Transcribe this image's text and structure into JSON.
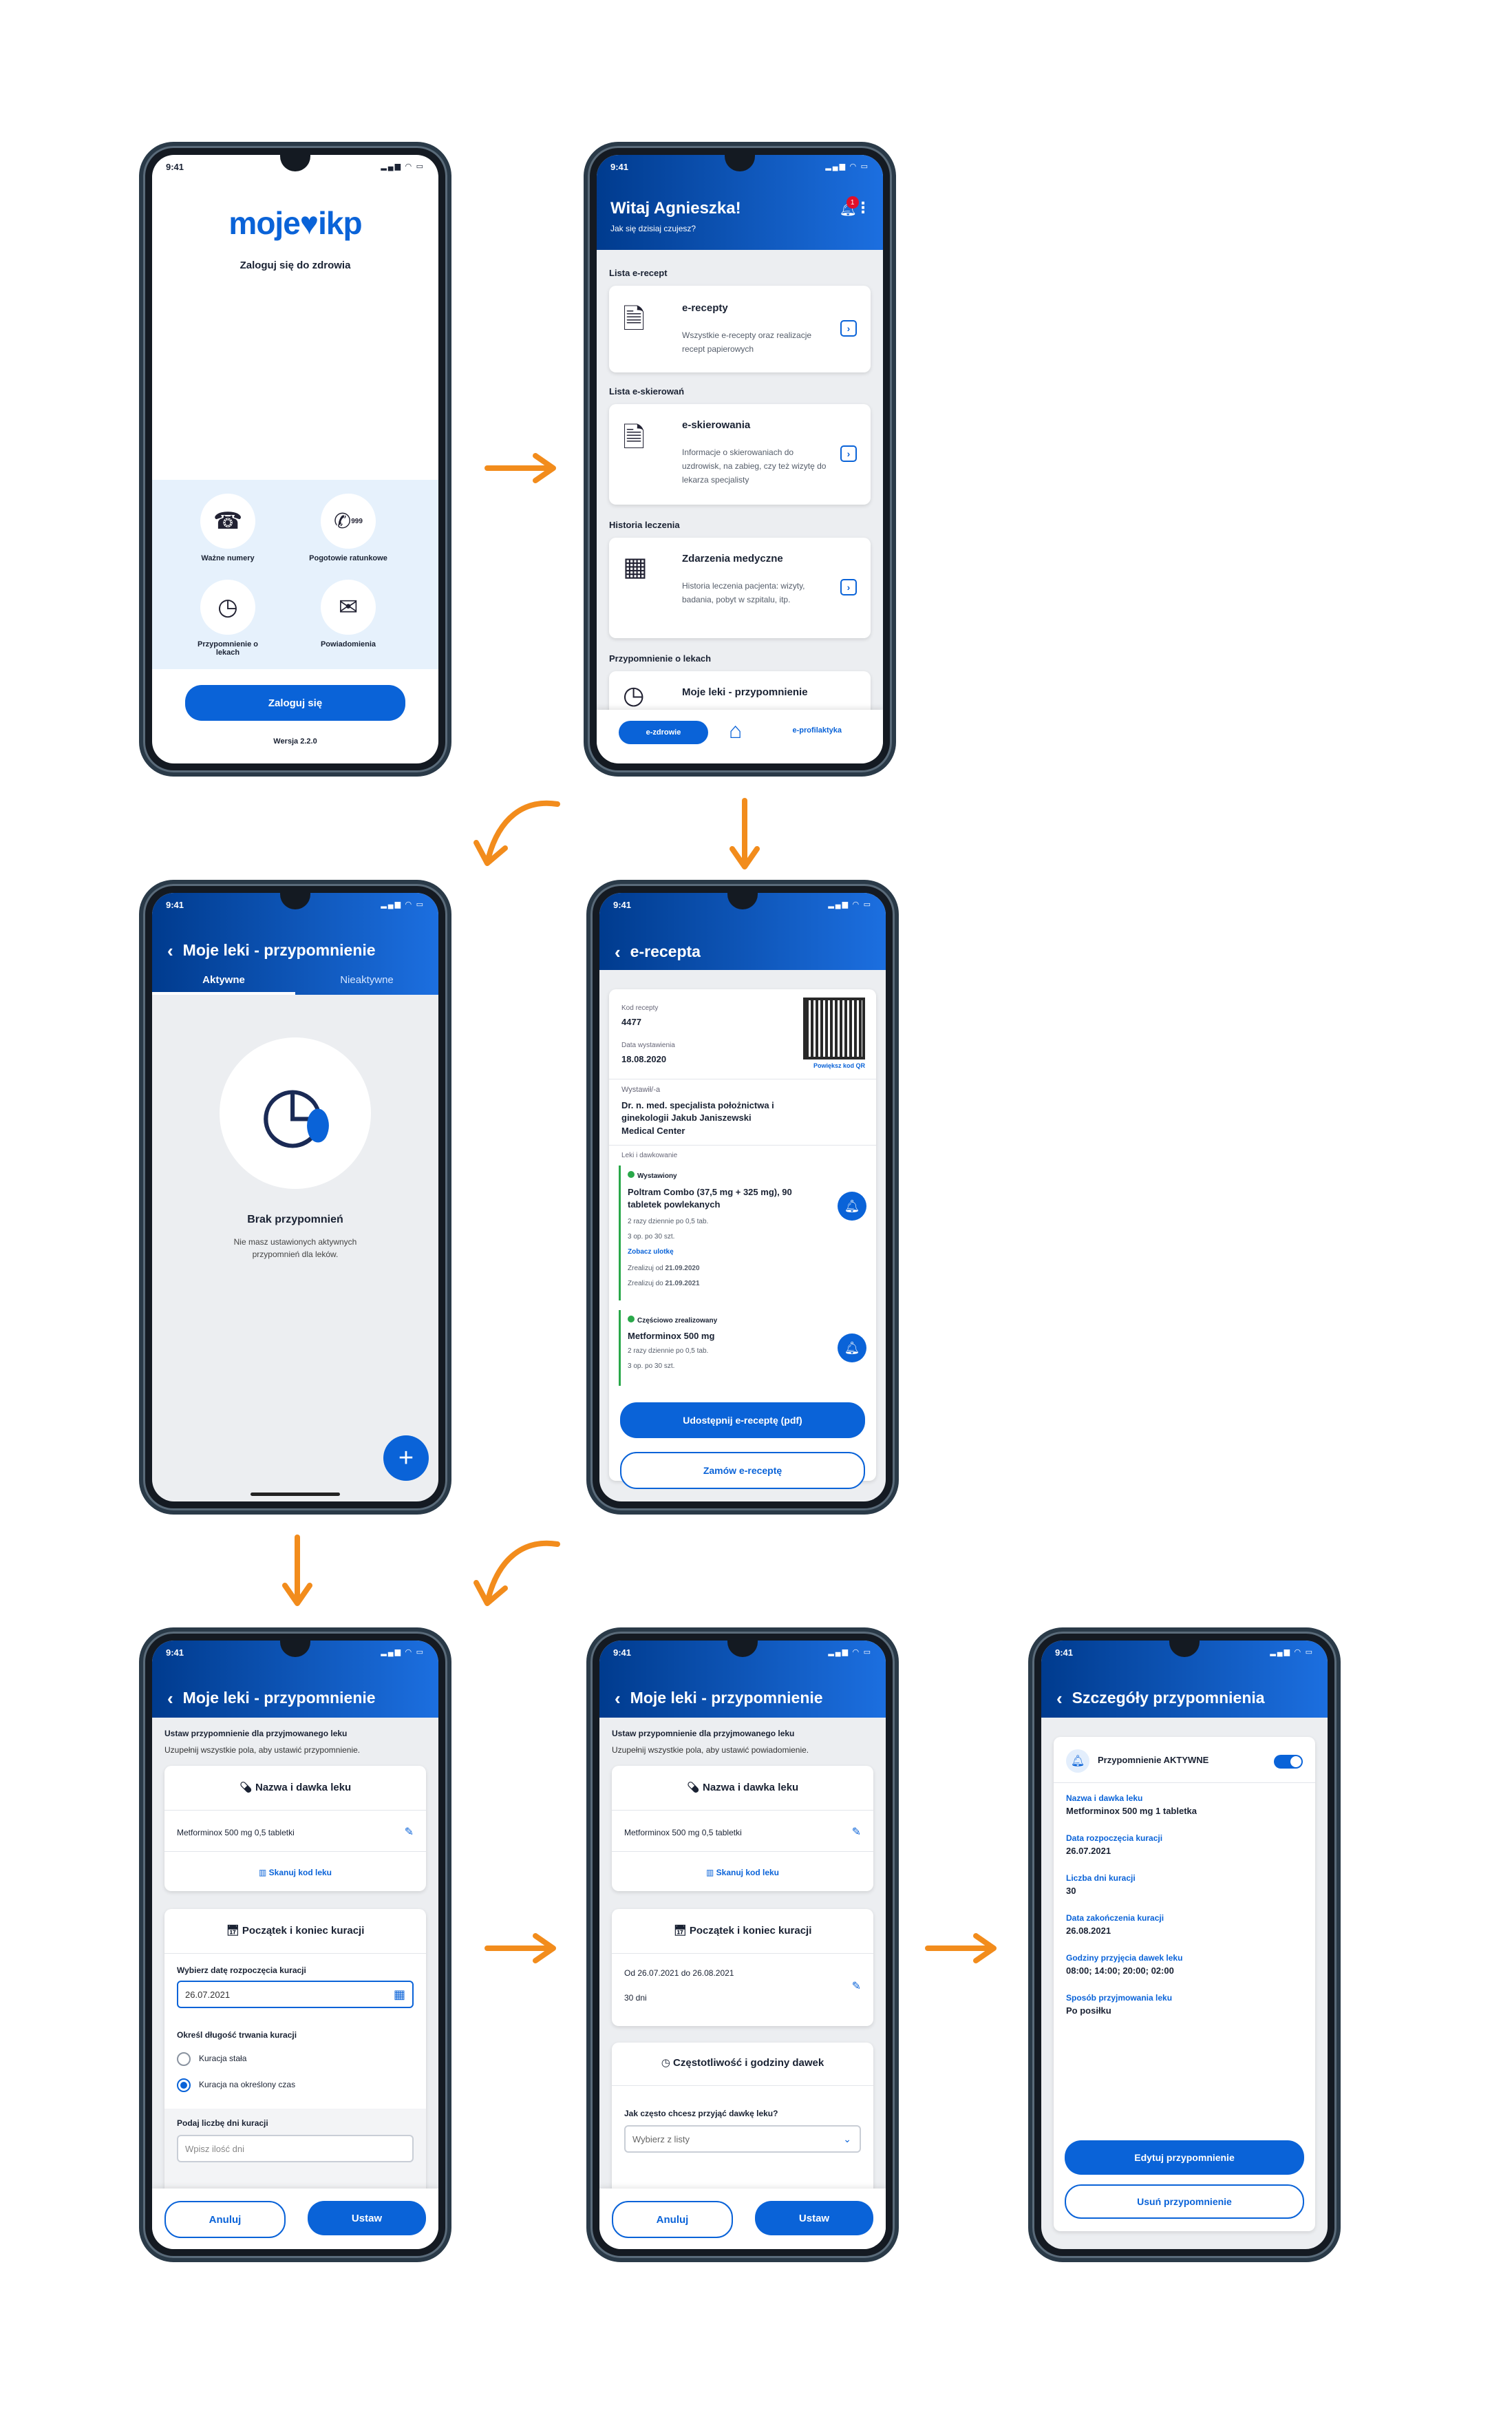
{
  "status_time": "9:41",
  "s1": {
    "logo_a": "moje",
    "logo_b": "ikp",
    "subtitle": "Zaloguj się do zdrowia",
    "tiles": [
      "Ważne numery",
      "Pogotowie ratunkowe",
      "Przypomnienie o lekach",
      "Powiadomienia"
    ],
    "tile_badge": "999",
    "login_btn": "Zaloguj się",
    "version": "Wersja 2.2.0"
  },
  "s2": {
    "greeting": "Witaj Agnieszka!",
    "question": "Jak się dzisiaj czujesz?",
    "badge": "1",
    "sections": [
      {
        "label": "Lista e-recept",
        "title": "e-recepty",
        "desc": "Wszystkie e-recepty oraz realizacje recept papierowych"
      },
      {
        "label": "Lista e-skierowań",
        "title": "e-skierowania",
        "desc": "Informacje o skierowaniach do uzdrowisk, na zabieg, czy też wizytę do lekarza specjalisty"
      },
      {
        "label": "Historia leczenia",
        "title": "Zdarzenia medyczne",
        "desc": "Historia leczenia pacjenta: wizyty, badania, pobyt w szpitalu, itp."
      },
      {
        "label": "Przypomnienie o lekach",
        "title": "Moje leki - przypomnienie",
        "desc": ""
      }
    ],
    "nav_left": "e-zdrowie",
    "nav_right": "e-profilaktyka"
  },
  "s3": {
    "title": "Moje leki - przypomnienie",
    "tab_active": "Aktywne",
    "tab_inactive": "Nieaktywne",
    "empty_title": "Brak przypomnień",
    "empty_desc": "Nie masz ustawionych aktywnych przypomnień dla leków.",
    "fab": "+"
  },
  "s4": {
    "title": "e-recepta",
    "code_label": "Kod recepty",
    "code_value": "4477",
    "date_label": "Data wystawienia",
    "date_value": "18.08.2020",
    "qr_link": "Powiększ kod QR",
    "issuer_label": "Wystawił/-a",
    "issuer_value": "Dr. n. med. specjalista położnictwa i ginekologii Jakub Janiszewski",
    "issuer_place": "Medical Center",
    "meds_label": "Leki i dawkowanie",
    "med1_status": "Wystawiony",
    "med1_name": "Poltram Combo (37,5 mg + 325 mg), 90 tabletek powlekanych",
    "med1_dose": "2 razy dziennie po 0,5 tab.",
    "med1_qty": "3 op. po 30 szt.",
    "med1_link": "Zobacz ulotkę",
    "med1_from_lbl": "Zrealizuj od",
    "med1_from": "21.09.2020",
    "med1_to_lbl": "Zrealizuj do",
    "med1_to": "21.09.2021",
    "med2_status": "Częściowo zrealizowany",
    "med2_name": "Metforminox 500 mg",
    "med2_dose": "2 razy dziennie po 0,5 tab.",
    "med2_qty": "3 op. po 30 szt.",
    "share_btn": "Udostępnij e-receptę (pdf)",
    "order_btn": "Zamów e-receptę"
  },
  "s5": {
    "title": "Moje leki - przypomnienie",
    "heading": "Ustaw przypomnienie dla przyjmowanego leku",
    "sub": "Uzupełnij wszystkie pola, aby ustawić przypomnienie.",
    "card1_title": "Nazwa i dawka leku",
    "med_value": "Metforminox 500 mg 0,5 tabletki",
    "scan_link": "Skanuj kod leku",
    "card2_title": "Początek i koniec kuracji",
    "date_lbl": "Wybierz datę rozpoczęcia kuracji",
    "date_val": "26.07.2021",
    "dur_lbl": "Określ długość trwania kuracji",
    "opt1": "Kuracja stała",
    "opt2": "Kuracja na określony czas",
    "days_lbl": "Podaj liczbę dni kuracji",
    "days_ph": "Wpisz ilość dni",
    "cancel": "Anuluj",
    "set": "Ustaw"
  },
  "s6": {
    "title": "Moje leki - przypomnienie",
    "heading": "Ustaw przypomnienie dla przyjmowanego leku",
    "sub": "Uzupełnij wszystkie pola, aby ustawić powiadomienie.",
    "card1_title": "Nazwa i dawka leku",
    "med_value": "Metforminox 500 mg 0,5 tabletki",
    "scan_link": "Skanuj kod leku",
    "card2_title": "Początek i koniec kuracji",
    "range": "Od 26.07.2021 do 26.08.2021",
    "days": "30 dni",
    "card3_title": "Częstotliwość i godziny dawek",
    "freq_lbl": "Jak często chcesz przyjąć dawkę leku?",
    "freq_ph": "Wybierz z listy",
    "cancel": "Anuluj",
    "set": "Ustaw"
  },
  "s7": {
    "title": "Szczegóły przypomnienia",
    "status": "Przypomnienie AKTYWNE",
    "fields": [
      {
        "label": "Nazwa i dawka leku",
        "value": "Metforminox 500 mg 1 tabletka"
      },
      {
        "label": "Data rozpoczęcia kuracji",
        "value": "26.07.2021"
      },
      {
        "label": "Liczba dni kuracji",
        "value": "30"
      },
      {
        "label": "Data zakończenia kuracji",
        "value": "26.08.2021"
      },
      {
        "label": "Godziny przyjęcia dawek leku",
        "value": "08:00; 14:00; 20:00; 02:00"
      },
      {
        "label": "Sposób przyjmowania leku",
        "value": "Po posiłku"
      }
    ],
    "edit_btn": "Edytuj przypomnienie",
    "delete_btn": "Usuń przypomnienie"
  },
  "colors": {
    "primary": "#0a63d8",
    "dark_blue": "#003b8e",
    "arrow": "#f28c1c",
    "bg_gray": "#eceef1"
  }
}
